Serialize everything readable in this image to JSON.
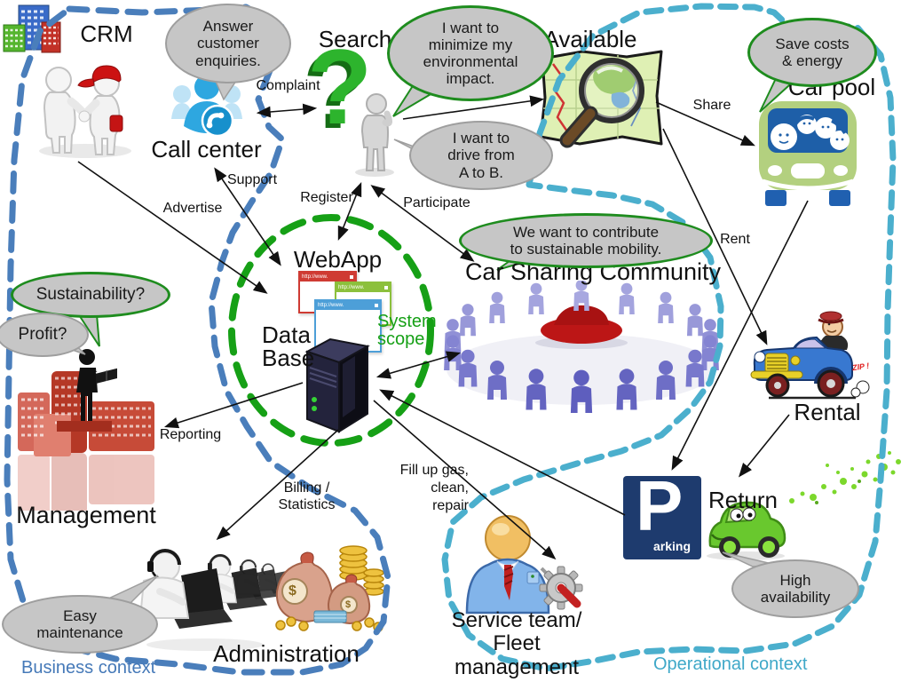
{
  "nodes": {
    "crm": {
      "label": "CRM"
    },
    "call_center": {
      "label": "Call center"
    },
    "search": {
      "label": "Search"
    },
    "available": {
      "label": "Available"
    },
    "car_pool": {
      "label": "Car pool"
    },
    "rental": {
      "label": "Rental"
    },
    "return": {
      "label": "Return"
    },
    "management": {
      "label": "Management"
    },
    "administration": {
      "label": "Administration"
    },
    "service_team": {
      "label": "Service team/\nFleet management"
    },
    "webapp": {
      "label": "WebApp",
      "window_title": "http://www."
    },
    "database": {
      "label": "Data\nBase"
    },
    "community": {
      "label": "Car Sharing Community"
    },
    "parking": {
      "big_letter": "P",
      "small_label": "arking"
    }
  },
  "regions": {
    "business": {
      "label": "Business context",
      "color": "#4a7ebb"
    },
    "operational": {
      "label": "Operational context",
      "color": "#4bafcd"
    },
    "system_scope": {
      "label": "System\nscope",
      "color": "#16a016"
    }
  },
  "arrows": {
    "complaint": {
      "label": "Complaint"
    },
    "support": {
      "label": "Support"
    },
    "advertise": {
      "label": "Advertise"
    },
    "register": {
      "label": "Register"
    },
    "participate": {
      "label": "Participate"
    },
    "share": {
      "label": "Share"
    },
    "rent": {
      "label": "Rent"
    },
    "reporting": {
      "label": "Reporting"
    },
    "billing": {
      "label": "Billing /\nStatistics"
    },
    "fill_up": {
      "label": "Fill up gas,\nclean,\nrepair"
    }
  },
  "bubbles": {
    "answer": {
      "text": "Answer\ncustomer\nenquiries."
    },
    "minimize": {
      "text": "I want to\nminimize my\nenvironmental\nimpact."
    },
    "drive": {
      "text": "I want to\ndrive from\nA to B."
    },
    "save_costs": {
      "text": "Save costs\n& energy"
    },
    "contribute": {
      "text": "We want to contribute\nto sustainable mobility."
    },
    "sustainability": {
      "text": "Sustainability?"
    },
    "profit": {
      "text": "Profit?"
    },
    "easy": {
      "text": "Easy\nmaintenance"
    },
    "high": {
      "text": "High\navailability"
    }
  },
  "icons": {
    "question_mark": "?",
    "zip_text": "ZIP !",
    "dollar": "$"
  }
}
